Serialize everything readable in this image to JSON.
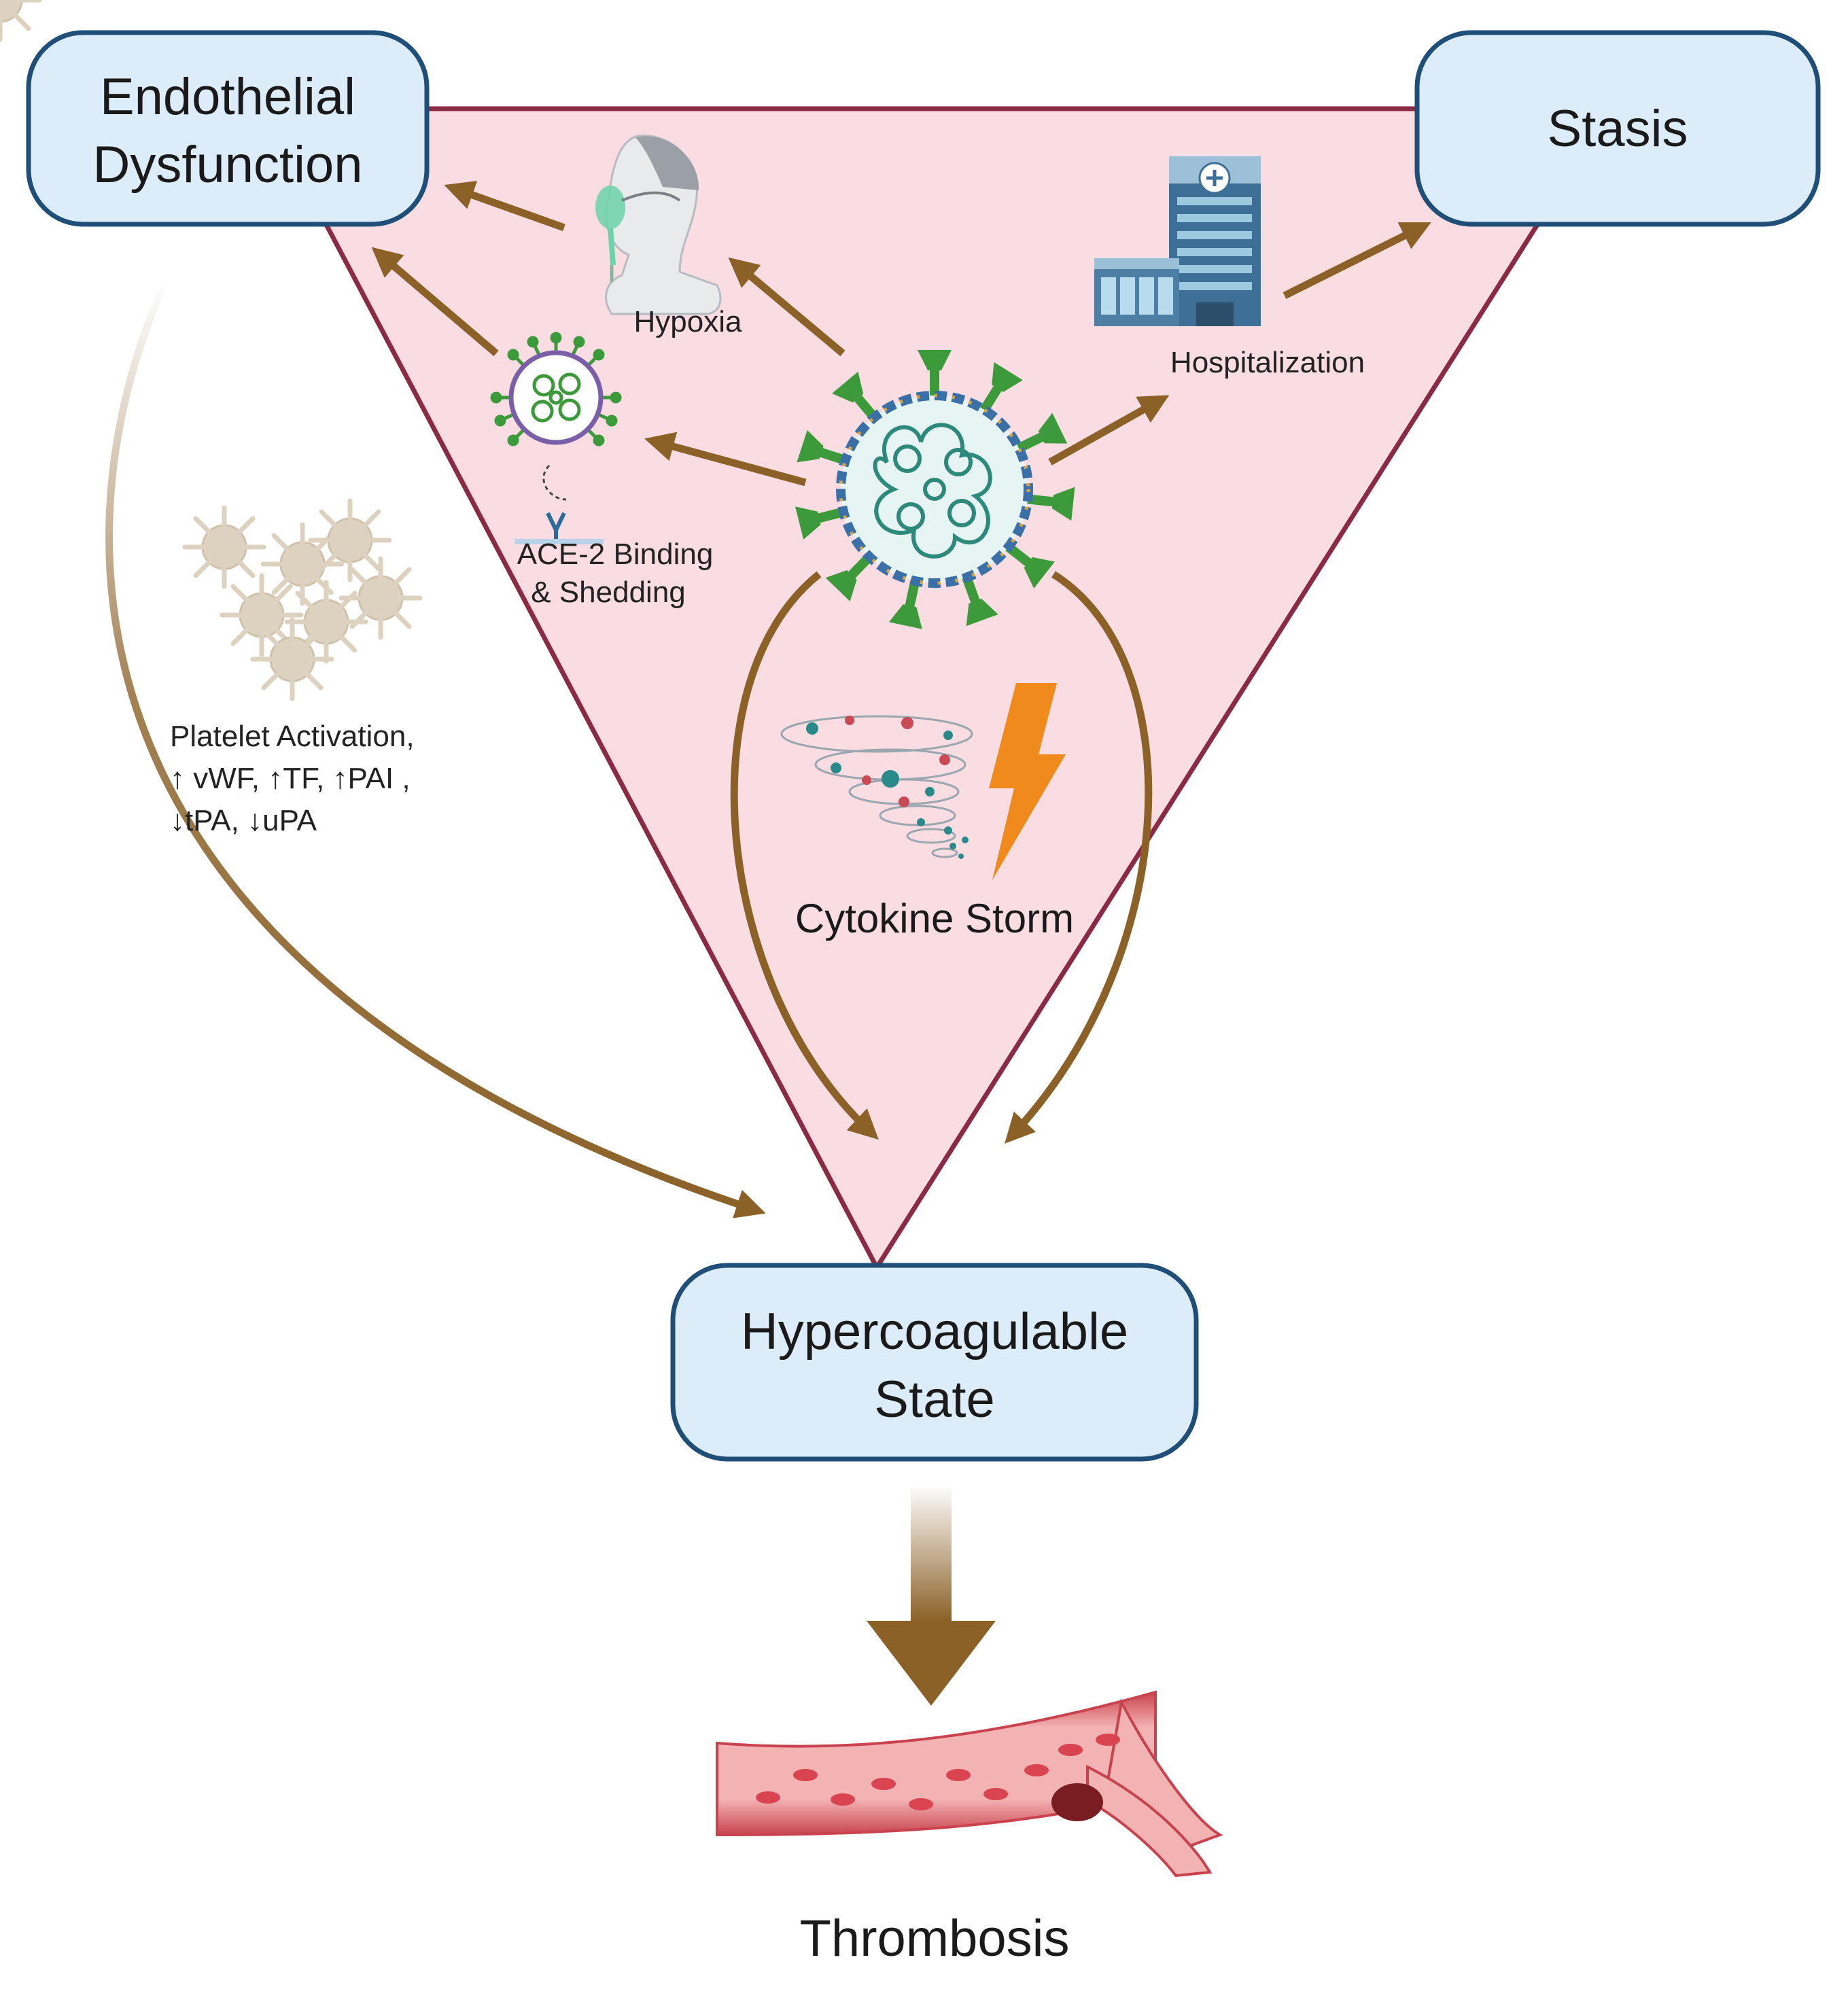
{
  "nodes": {
    "endothelial": {
      "line1": "Endothelial",
      "line2": "Dysfunction"
    },
    "stasis": {
      "label": "Stasis"
    },
    "hypercoagulable": {
      "line1": "Hypercoagulable",
      "line2": "State"
    },
    "thrombosis": {
      "label": "Thrombosis"
    }
  },
  "factors": {
    "hypoxia": "Hypoxia",
    "hospitalization": "Hospitalization",
    "ace2": {
      "line1": "ACE-2 Binding",
      "line2": "& Shedding"
    },
    "cytokine": "Cytokine Storm",
    "platelet": {
      "line1": "Platelet Activation,",
      "line2": "↑ vWF, ↑TF, ↑PAI ,",
      "line3": "↓tPA, ↓uPA"
    }
  },
  "colors": {
    "triangle_fill": "#f9dde3",
    "triangle_stroke": "#8b2a45",
    "box_fill": "#dcecf8",
    "box_stroke": "#1f4e79",
    "arrow": "#8b6128",
    "virus_green": "#3d9a3a",
    "bolt": "#f08a1c",
    "vessel": "#e58a8a"
  },
  "icons": [
    "virus-icon",
    "mask-patient-icon",
    "hospital-icon",
    "ace2-virus-icon",
    "platelet-cluster-icon",
    "cytokine-storm-icon",
    "lightning-icon",
    "blood-vessel-icon"
  ]
}
